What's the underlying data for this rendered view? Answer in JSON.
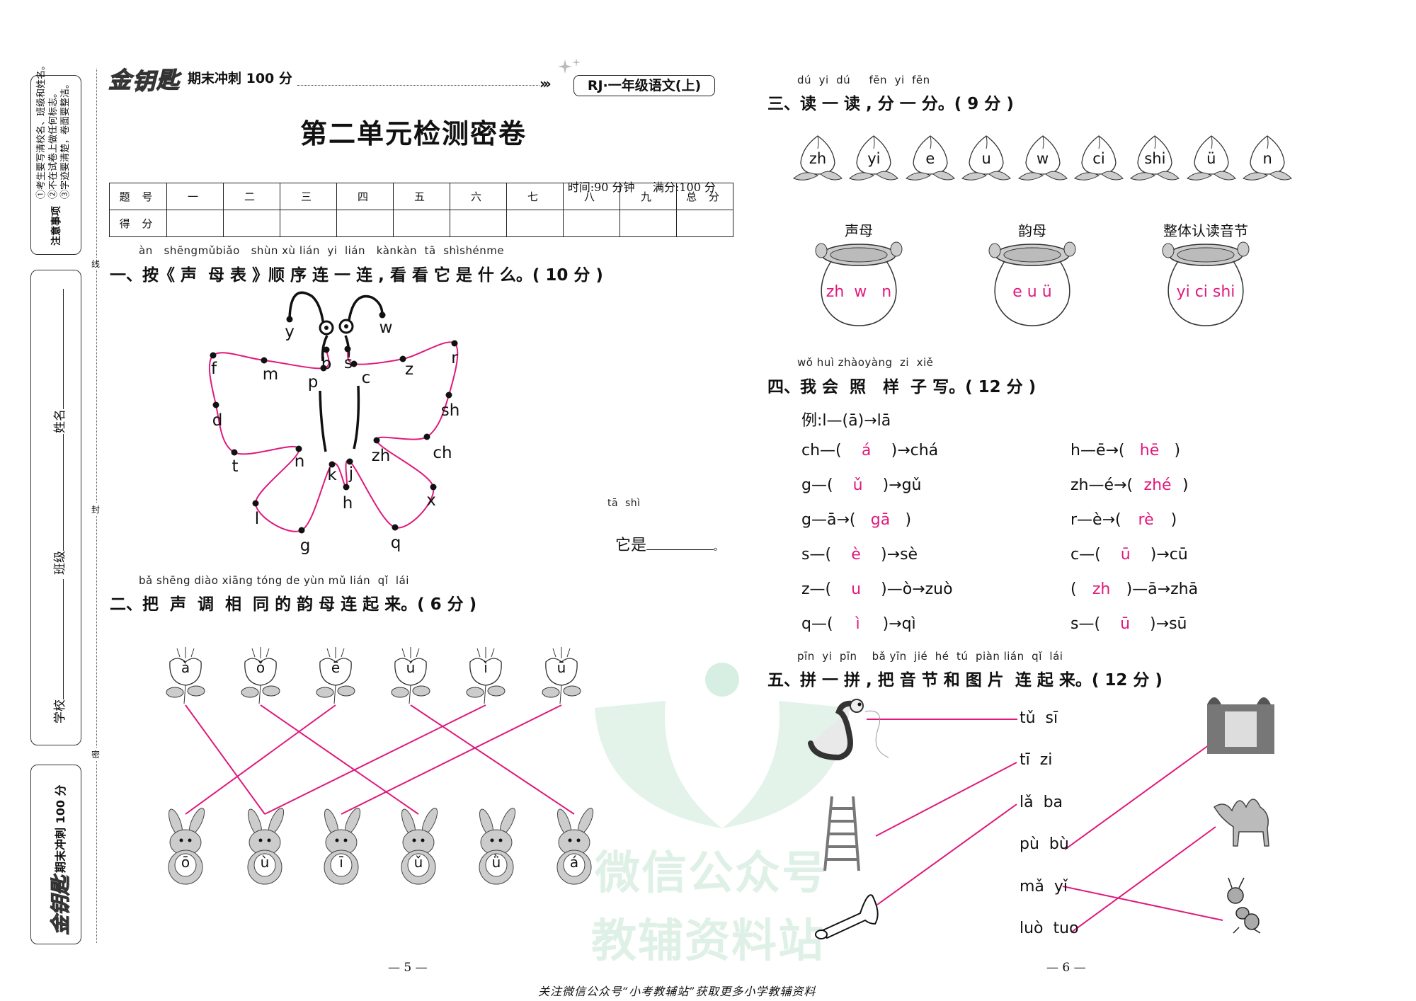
{
  "sidebar": {
    "notice_heading": "注意事项",
    "notices": [
      "①考生要写清校名、班级和姓名。",
      "②不在试卷上做任何标志。",
      "③字迹要清楚，卷面要整洁。"
    ],
    "fields": {
      "name": "姓名",
      "class": "班级",
      "school": "学校"
    },
    "brand_tagline": "期末冲刺 100 分",
    "cut_marks": [
      "线",
      "封",
      "密"
    ]
  },
  "header": {
    "brand_tagline": "期末冲刺 100 分",
    "grade_badge": "RJ·一年级语文(上)"
  },
  "exam": {
    "title": "第二单元检测密卷",
    "time": "时间:90 分钟",
    "full_score": "满分:100 分",
    "score_table": {
      "row1_label": "题 号",
      "columns": [
        "一",
        "二",
        "三",
        "四",
        "五",
        "六",
        "七",
        "八",
        "九",
        "总 分"
      ],
      "row2_label": "得 分"
    }
  },
  "section1": {
    "pinyin": "àn   shēngmǔbiǎo   shùn xù lián  yi  lián   kànkàn  tā  shìshénme",
    "title": "一、按《 声  母 表 》顺 序 连 一 连 , 看 看 它 是 什 么。( 10 分 )",
    "letters": [
      "y",
      "w",
      "b",
      "s",
      "p",
      "c",
      "f",
      "m",
      "z",
      "r",
      "d",
      "sh",
      "t",
      "n",
      "zh",
      "ch",
      "k",
      "j",
      "h",
      "l",
      "g",
      "x",
      "q"
    ],
    "answer_pinyin": "tā  shì",
    "answer_prompt": "它是",
    "answer_end": "。"
  },
  "section2": {
    "pinyin": "bǎ shēng diào xiāng tóng de yùn mǔ lián  qǐ  lái",
    "title": "二、把  声  调  相  同 的 韵 母 连 起 来。( 6 分 )",
    "flowers": [
      "à",
      "ǒ",
      "ē",
      "ú",
      "ì",
      "ū"
    ],
    "rabbits": [
      "ō",
      "ù",
      "ī",
      "ǔ",
      "ǜ",
      "á"
    ],
    "matches": [
      [
        0,
        1
      ],
      [
        1,
        3
      ],
      [
        2,
        0
      ],
      [
        3,
        5
      ],
      [
        4,
        1
      ],
      [
        5,
        2
      ]
    ]
  },
  "section3": {
    "pinyin": "dú  yi  dú     fēn  yi  fēn",
    "title": "三、读 一 读 , 分 一 分。( 9 分 )",
    "peaches": [
      "zh",
      "yi",
      "e",
      "u",
      "w",
      "ci",
      "shi",
      "ü",
      "n"
    ],
    "pots": [
      {
        "label": "声母",
        "answer": "zh  w   n"
      },
      {
        "label": "韵母",
        "answer": "e u ü"
      },
      {
        "label": "整体认读音节",
        "answer": "yi ci shi"
      }
    ]
  },
  "section4": {
    "pinyin": "wǒ huì zhàoyàng  zi  xiě",
    "title": "四、我 会  照   样  子 写。( 12 分 )",
    "example": "例:l—(ā)→lā",
    "left": [
      {
        "pre": "ch—(",
        "answer": "á",
        "post": ")→chá"
      },
      {
        "pre": "g—(",
        "answer": "ǔ",
        "post": ")→gǔ"
      },
      {
        "pre": "g—ā→(",
        "answer": "gā",
        "post": ")"
      },
      {
        "pre": "s—(",
        "answer": "è",
        "post": ")→sè"
      },
      {
        "pre": "z—(",
        "answer": "u",
        "post": ")—ò→zuò"
      },
      {
        "pre": "q—(",
        "answer": "ì",
        "post": ")→qì"
      }
    ],
    "right": [
      {
        "pre": "h—ē→(",
        "answer": "hē",
        "post": ")"
      },
      {
        "pre": "zh—é→(",
        "answer": "zhé",
        "post": ")"
      },
      {
        "pre": "r—è→(",
        "answer": "rè",
        "post": ")"
      },
      {
        "pre": "c—(",
        "answer": "ū",
        "post": ")→cū"
      },
      {
        "pre": "(",
        "answer": "zh",
        "post": ")—ā→zhā"
      },
      {
        "pre": "s—(",
        "answer": "ū",
        "post": ")→sū"
      }
    ]
  },
  "section5": {
    "pinyin": "pīn  yi  pīn    bǎ yīn  jié  hé  tú  piàn lián  qǐ  lái",
    "title": "五、拼 一 拼 , 把 音 节 和 图 片  连 起 来。( 12 分 )",
    "words": [
      "tǔ  sī",
      "tī  zi",
      "lǎ  ba",
      "pù  bù",
      "mǎ  yǐ",
      "luò  tuo"
    ],
    "left_pictures": [
      "silkworm",
      "ladder",
      "horn"
    ],
    "right_pictures": [
      "waterfall",
      "camel",
      "ant"
    ]
  },
  "footer": {
    "page_left": "— 5 —",
    "page_right": "— 6 —",
    "note": "关注微信公众号“小考教辅站”获取更多小学教辅资料",
    "watermark_line1": "微信公众号",
    "watermark_line2": "教辅资料站"
  },
  "colors": {
    "answer_pink": "#e0197d",
    "watermark_green": "#d7efe2"
  }
}
